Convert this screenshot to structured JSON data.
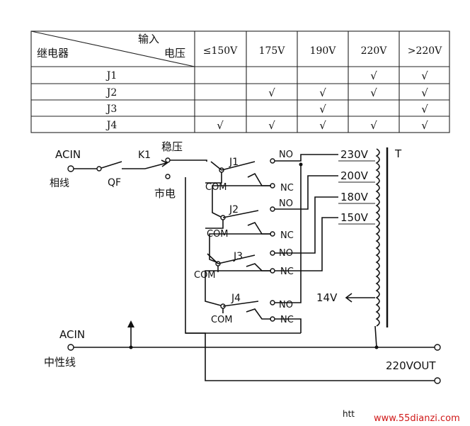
{
  "table": {
    "corner_top": "输入",
    "corner_mid": "电压",
    "corner_left": "继电器",
    "columns": [
      "≤150V",
      "175V",
      "190V",
      "220V",
      ">220V"
    ],
    "rows": [
      {
        "name": "J1",
        "cells": [
          "",
          "",
          "",
          "√",
          "√"
        ]
      },
      {
        "name": "J2",
        "cells": [
          "",
          "√",
          "√",
          "√",
          "√"
        ]
      },
      {
        "name": "J3",
        "cells": [
          "",
          "",
          "√",
          "",
          "√"
        ]
      },
      {
        "name": "J4",
        "cells": [
          "√",
          "√",
          "√",
          "√",
          "√"
        ]
      }
    ]
  },
  "labels": {
    "acin_top": "ACIN",
    "phase": "相线",
    "qf": "QF",
    "k1": "K1",
    "stab": "稳压",
    "mains": "市电",
    "acin_bottom": "ACIN",
    "neutral": "中性线",
    "out": "220VOUT",
    "transformer": "T",
    "tap230": "230V",
    "tap200": "200V",
    "tap180": "180V",
    "tap150": "150V",
    "tap14": "14V",
    "j1": "J1",
    "j2": "J2",
    "j3": "J3",
    "j4": "J4",
    "no": "NO",
    "nc": "NC",
    "com": "COM"
  },
  "watermark": {
    "prefix": "htt",
    "site": "www.55dianzi.com"
  }
}
